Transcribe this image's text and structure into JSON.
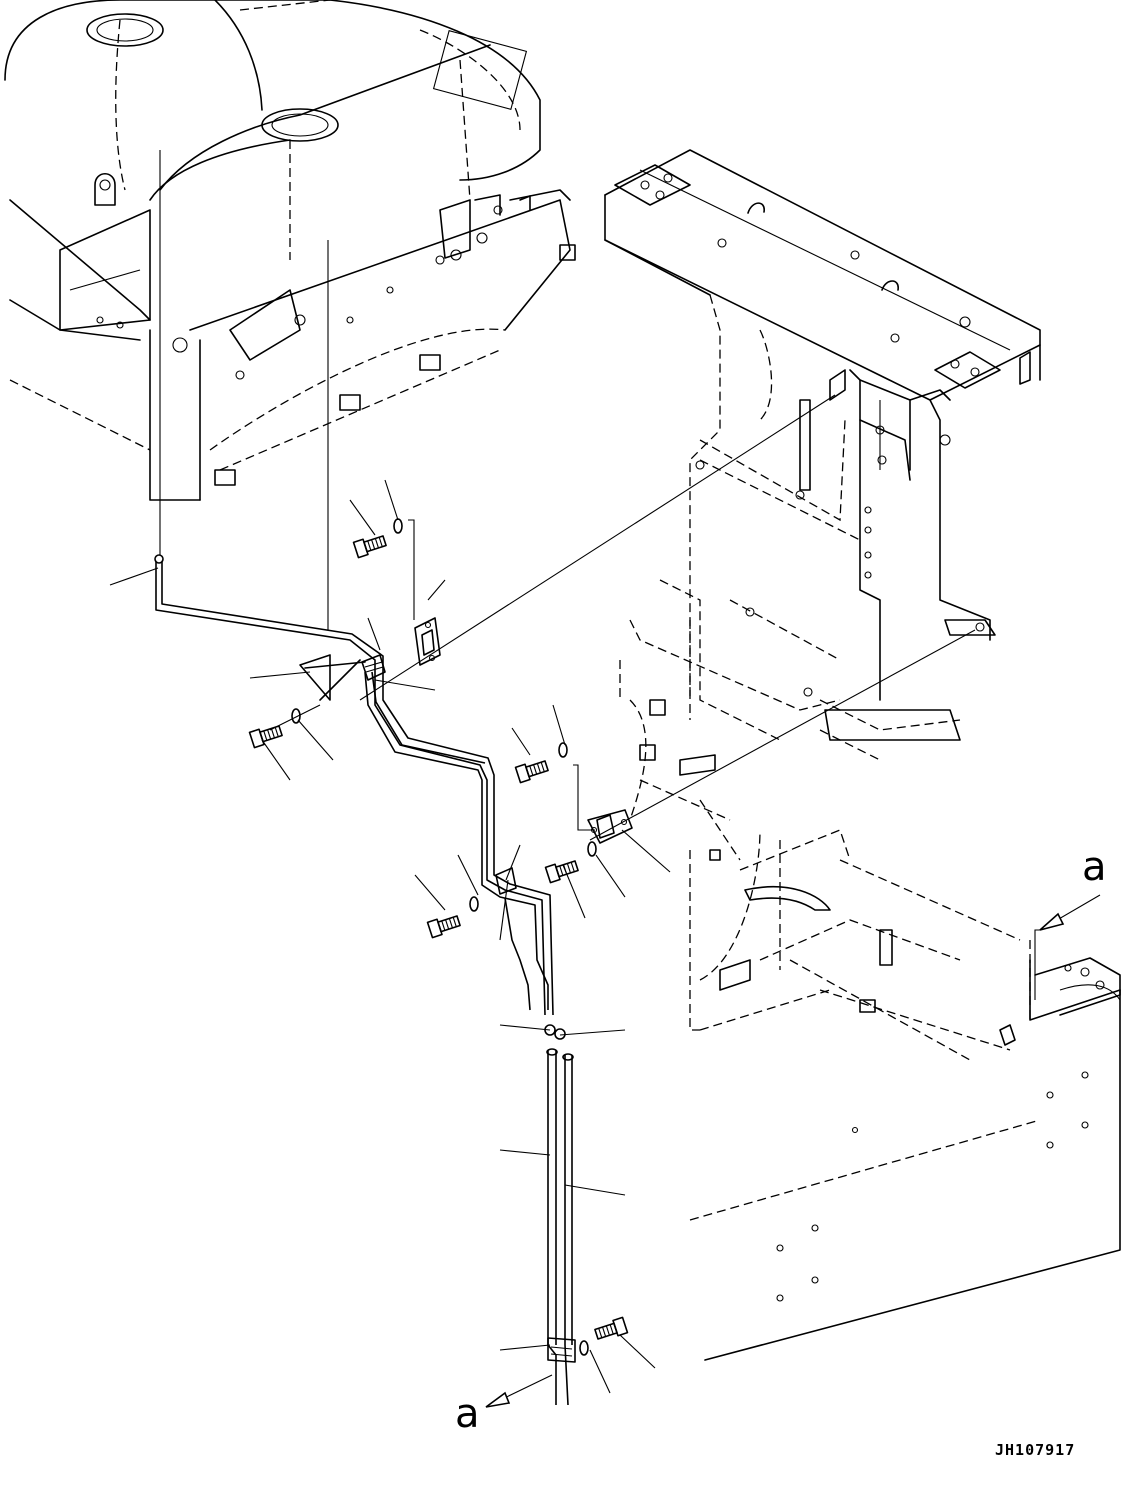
{
  "diagram": {
    "view_arrow_label_top": "a",
    "view_arrow_label_bottom": "a",
    "drawing_code": "JH107917"
  }
}
